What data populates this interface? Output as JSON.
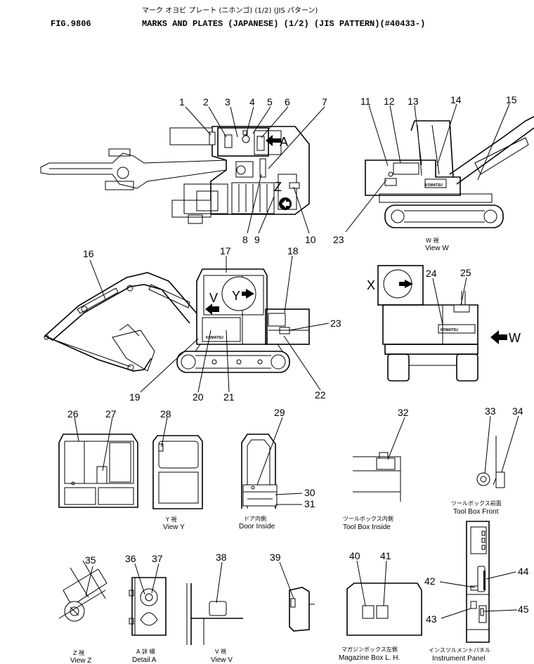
{
  "header": {
    "fig_label": "FIG.9806",
    "title_katakana": "マーク オヨビ プレート (ニホンゴ) (1/2) (JIS パターン)",
    "title": "MARKS AND PLATES (JAPANESE) (1/2) (JIS PATTERN)(#40433-)"
  },
  "callouts": [
    "1",
    "2",
    "3",
    "4",
    "5",
    "6",
    "7",
    "8",
    "9",
    "10",
    "11",
    "12",
    "13",
    "14",
    "15",
    "16",
    "17",
    "18",
    "19",
    "20",
    "21",
    "22",
    "23",
    "24",
    "25",
    "26",
    "27",
    "28",
    "29",
    "30",
    "31",
    "32",
    "33",
    "34",
    "35",
    "36",
    "37",
    "38",
    "39",
    "40",
    "41",
    "42",
    "43",
    "44",
    "45"
  ],
  "view_letters": {
    "a": "A",
    "z": "Z",
    "v": "V",
    "y": "Y",
    "x": "X",
    "w": "W"
  },
  "brand_text": "KOMATSU",
  "captions": {
    "view_w": {
      "jp": "W 視",
      "en": "View W"
    },
    "view_y": {
      "jp": "Y 視",
      "en": "View Y"
    },
    "door_inside": {
      "jp": "ドア内側",
      "en": "Door Inside"
    },
    "tool_box_inside": {
      "jp": "ツールボックス内側",
      "en": "Tool Box Inside"
    },
    "tool_box_front": {
      "jp": "ツールボックス前面",
      "en": "Tool Box Front"
    },
    "view_z": {
      "jp": "Z 視",
      "en": "View Z"
    },
    "detail_a": {
      "jp": "A 詳 細",
      "en": "Detail A"
    },
    "view_v": {
      "jp": "V 視",
      "en": "View V"
    },
    "magazine_box": {
      "jp": "マガジンボックス左側",
      "en": "Magazine Box L. H."
    },
    "instrument_panel": {
      "jp": "インスツルメントパネル",
      "en": "Instrument Panel"
    }
  }
}
